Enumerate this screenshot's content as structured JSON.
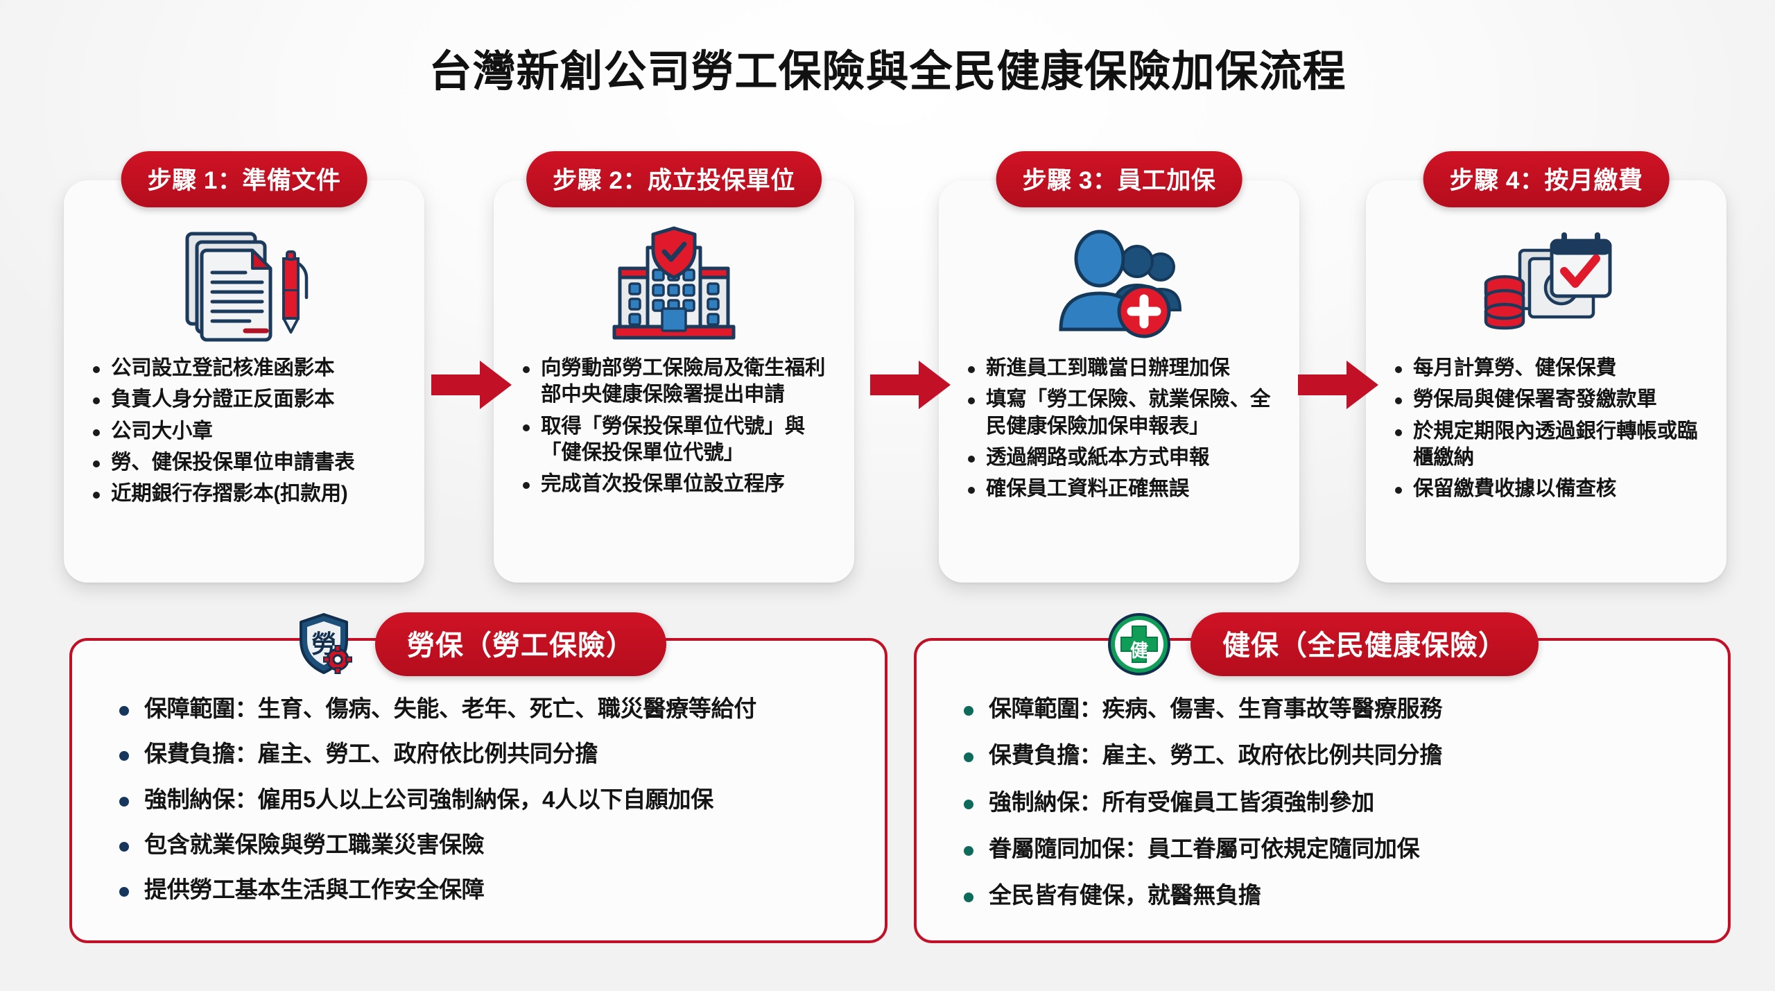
{
  "title": "台灣新創公司勞工保險與全民健康保險加保流程",
  "colors": {
    "brand_red": "#c21126",
    "badge_red": "#cf1325",
    "icon_navy": "#1b3a5c",
    "icon_blue": "#2f7fc1",
    "labor_bullet": "#17365c",
    "health_bullet": "#0e6b5c",
    "health_green": "#0f9d58",
    "background": "#f4f4f4"
  },
  "steps": [
    {
      "badge": "步驟 1：準備文件",
      "icon": "documents-pen-icon",
      "items": [
        "公司設立登記核准函影本",
        "負責人身分證正反面影本",
        "公司大小章",
        "勞、健保投保單位申請書表",
        "近期銀行存摺影本(扣款用)"
      ]
    },
    {
      "badge": "步驟 2：成立投保單位",
      "icon": "government-building-shield-icon",
      "items": [
        "向勞動部勞工保險局及衛生福利部中央健康保險署提出申請",
        "取得「勞保投保單位代號」與「健保投保單位代號」",
        "完成首次投保單位設立程序"
      ]
    },
    {
      "badge": "步驟 3：員工加保",
      "icon": "employees-add-icon",
      "items": [
        "新進員工到職當日辦理加保",
        "填寫「勞工保險、就業保險、全民健康保險加保申報表」",
        "透過網路或紙本方式申報",
        "確保員工資料正確無誤"
      ]
    },
    {
      "badge": "步驟 4：按月繳費",
      "icon": "coins-calendar-icon",
      "items": [
        "每月計算勞、健保保費",
        "勞保局與健保署寄發繳款單",
        "於規定期限內透過銀行轉帳或臨櫃繳納",
        "保留繳費收據以備查核"
      ]
    }
  ],
  "arrows": [
    "arrow-right-icon",
    "arrow-right-icon",
    "arrow-right-icon"
  ],
  "panels": [
    {
      "emblem": "labor-shield-gear-icon",
      "emblem_char": "勞",
      "badge": "勞保（勞工保險）",
      "items": [
        "保障範圍：生育、傷病、失能、老年、死亡、職災醫療等給付",
        "保費負擔：雇主、勞工、政府依比例共同分擔",
        "強制納保：僱用5人以上公司強制納保，4人以下自願加保",
        "包含就業保險與勞工職業災害保險",
        "提供勞工基本生活與工作安全保障"
      ]
    },
    {
      "emblem": "health-cross-circle-icon",
      "emblem_char": "健",
      "badge": "健保（全民健康保險）",
      "items": [
        "保障範圍：疾病、傷害、生育事故等醫療服務",
        "保費負擔：雇主、勞工、政府依比例共同分擔",
        "強制納保：所有受僱員工皆須強制參加",
        "眷屬隨同加保：員工眷屬可依規定隨同加保",
        "全民皆有健保，就醫無負擔"
      ]
    }
  ]
}
